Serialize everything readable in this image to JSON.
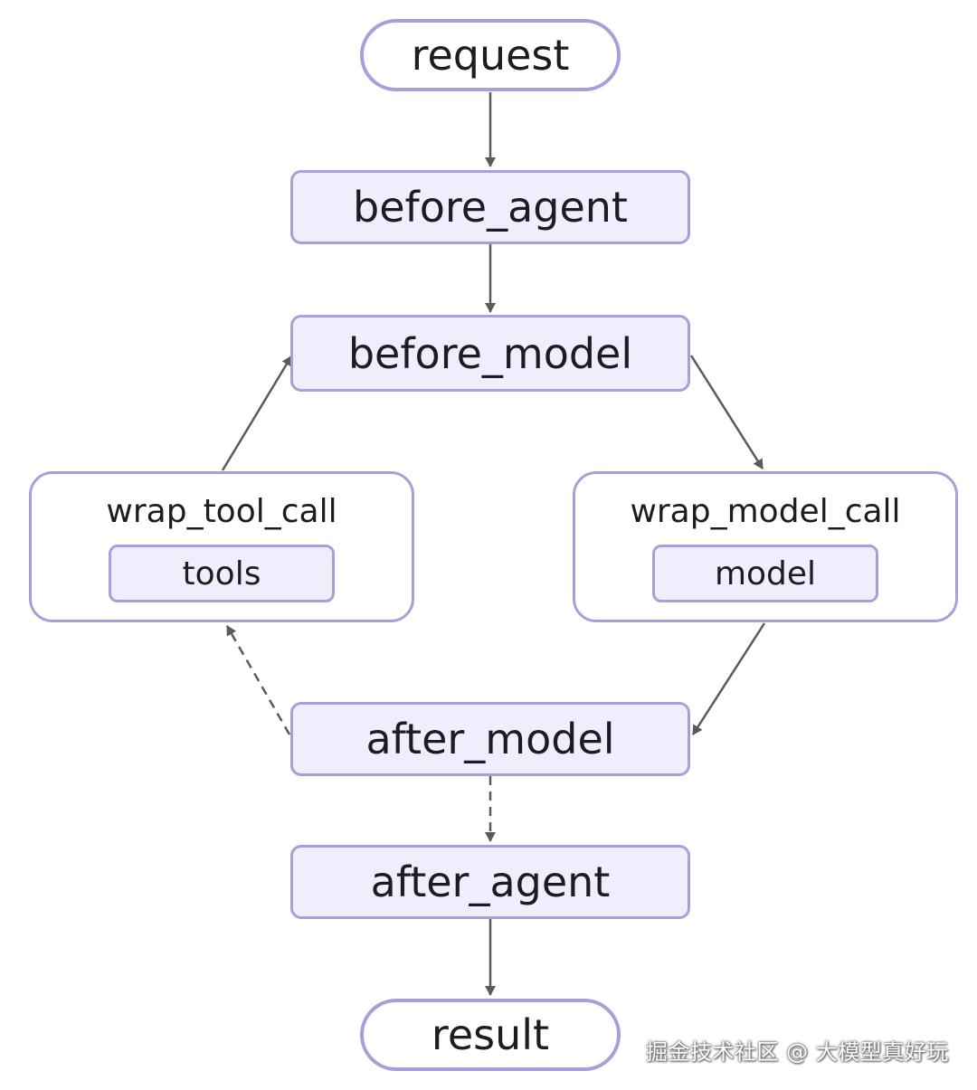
{
  "nodes": {
    "request": "request",
    "before_agent": "before_agent",
    "before_model": "before_model",
    "wrap_tool_call": "wrap_tool_call",
    "tools": "tools",
    "wrap_model_call": "wrap_model_call",
    "model": "model",
    "after_model": "after_model",
    "after_agent": "after_agent",
    "result": "result"
  },
  "edges": [
    {
      "from": "request",
      "to": "before_agent",
      "style": "solid"
    },
    {
      "from": "before_agent",
      "to": "before_model",
      "style": "solid"
    },
    {
      "from": "before_model",
      "to": "wrap_model_call",
      "style": "solid"
    },
    {
      "from": "wrap_model_call",
      "to": "after_model",
      "style": "solid"
    },
    {
      "from": "after_model",
      "to": "wrap_tool_call",
      "style": "dashed"
    },
    {
      "from": "wrap_tool_call",
      "to": "before_model",
      "style": "solid"
    },
    {
      "from": "after_model",
      "to": "after_agent",
      "style": "dashed"
    },
    {
      "from": "after_agent",
      "to": "result",
      "style": "solid"
    }
  ],
  "colors": {
    "node_border": "#a79fdc",
    "node_fill": "#efeefc",
    "edge": "#5a5a5a"
  },
  "watermark": "掘金技术社区 @ 大模型真好玩"
}
